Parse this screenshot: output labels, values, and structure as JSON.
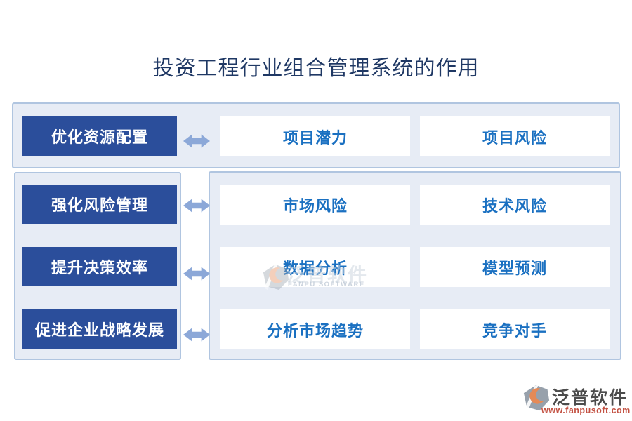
{
  "title": "投资工程行业组合管理系统的作用",
  "rows": [
    {
      "benefit": "优化资源配置",
      "factors": [
        "项目潜力",
        "项目风险"
      ]
    },
    {
      "benefit": "强化风险管理",
      "factors": [
        "市场风险",
        "技术风险"
      ]
    },
    {
      "benefit": "提升决策效率",
      "factors": [
        "数据分析",
        "模型预测"
      ]
    },
    {
      "benefit": "促进企业战略发展",
      "factors": [
        "分析市场趋势",
        "竞争对手"
      ]
    }
  ],
  "watermark": {
    "name": "泛普软件",
    "subtext": "FANPU SOFTWARE"
  },
  "branding": {
    "name": "泛普软件",
    "website": "www.fanpusoft.com"
  },
  "colors": {
    "title_text": "#1f3864",
    "panel_fill": "#e7ecf5",
    "panel_border": "#b0c5e0",
    "benefit_box_fill": "#2b4e9b",
    "benefit_box_text": "#ffffff",
    "factor_box_fill": "#ffffff",
    "factor_box_text": "#1a70c1",
    "arrow": "#8ca8d8",
    "logo_grey": "#97a1ac",
    "logo_orange": "#e58a57",
    "logo_text": "#4c4c4c",
    "website_text": "#c35142"
  }
}
